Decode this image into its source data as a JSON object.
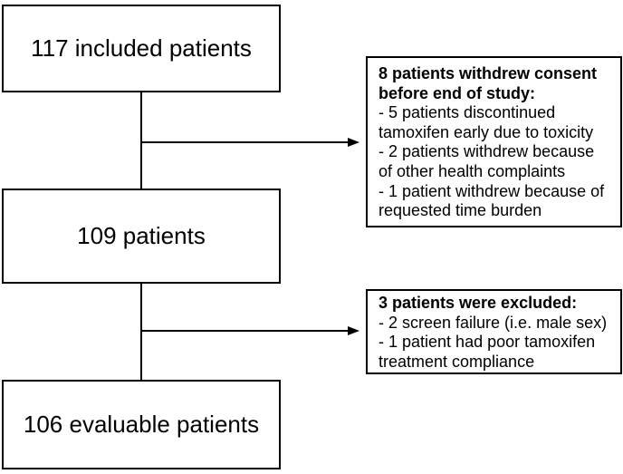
{
  "figure": {
    "type": "flowchart",
    "main_boxes": [
      {
        "label": "117 included patients"
      },
      {
        "label": "109 patients"
      },
      {
        "label": "106 evaluable patients"
      }
    ],
    "side_boxes": [
      {
        "heading": "8 patients withdrew consent before end of study:",
        "items": [
          "- 5 patients discontinued tamoxifen early due to toxicity",
          "- 2 patients withdrew because of other health complaints",
          "- 1 patient withdrew because of requested time burden"
        ]
      },
      {
        "heading": "3 patients were excluded:",
        "items": [
          "- 2 screen failure (i.e. male sex)",
          "- 1 patient had poor tamoxifen treatment compliance"
        ]
      }
    ],
    "colors": {
      "border": "#000000",
      "background": "#ffffff",
      "text": "#000000"
    }
  }
}
